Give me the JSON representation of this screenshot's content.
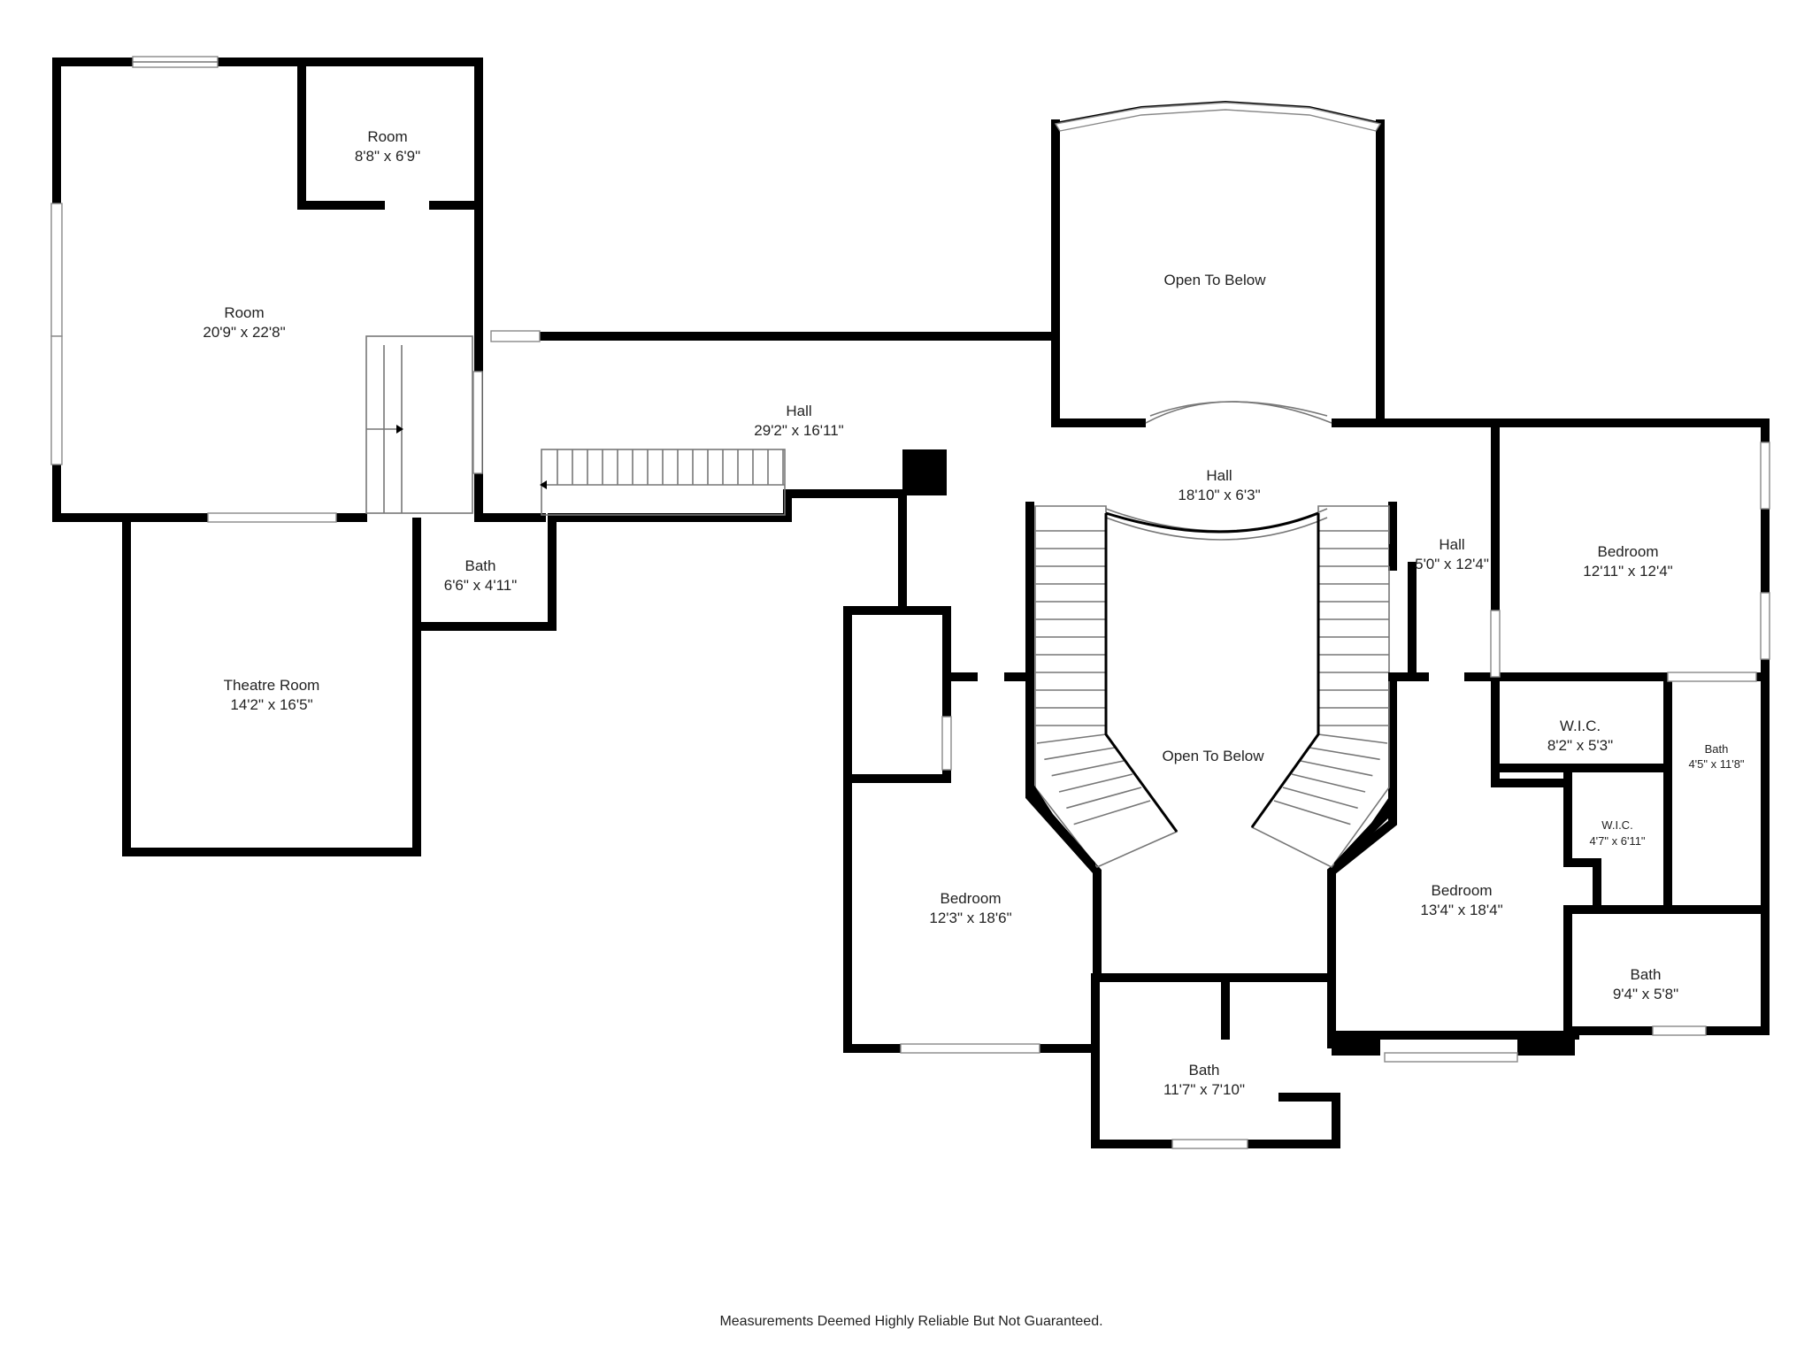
{
  "rooms": [
    {
      "id": "room_small",
      "name": "Room",
      "size": "8'8\" x 6'9\""
    },
    {
      "id": "room_large",
      "name": "Room",
      "size": "20'9\" x 22'8\""
    },
    {
      "id": "hall_upper",
      "name": "Hall",
      "size": "29'2\" x 16'11\""
    },
    {
      "id": "open_top",
      "name": "Open To Below",
      "size": ""
    },
    {
      "id": "hall_center",
      "name": "Hall",
      "size": "18'10\" x 6'3\""
    },
    {
      "id": "hall_right",
      "name": "Hall",
      "size": "5'0\" x 12'4\""
    },
    {
      "id": "bedroom_ne",
      "name": "Bedroom",
      "size": "12'11\" x 12'4\""
    },
    {
      "id": "bath_small",
      "name": "Bath",
      "size": "6'6\" x 4'11\""
    },
    {
      "id": "theatre",
      "name": "Theatre Room",
      "size": "14'2\" x 16'5\""
    },
    {
      "id": "open_center",
      "name": "Open To Below",
      "size": ""
    },
    {
      "id": "wic_1",
      "name": "W.I.C.",
      "size": "8'2\" x 5'3\""
    },
    {
      "id": "bath_right",
      "name": "Bath",
      "size": "4'5\" x 11'8\""
    },
    {
      "id": "wic_2",
      "name": "W.I.C.",
      "size": "4'7\" x 6'11\""
    },
    {
      "id": "bedroom_w",
      "name": "Bedroom",
      "size": "12'3\" x 18'6\""
    },
    {
      "id": "bedroom_se",
      "name": "Bedroom",
      "size": "13'4\" x 18'4\""
    },
    {
      "id": "bath_se",
      "name": "Bath",
      "size": "9'4\" x 5'8\""
    },
    {
      "id": "bath_bottom",
      "name": "Bath",
      "size": "11'7\" x 7'10\""
    }
  ],
  "footer_note": "Measurements Deemed Highly Reliable But Not Guaranteed."
}
